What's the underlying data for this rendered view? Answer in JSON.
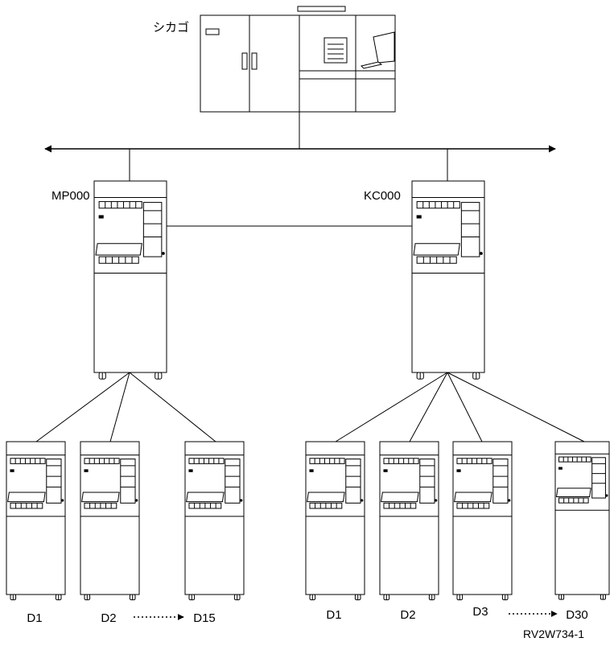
{
  "host": {
    "label": "シカゴ"
  },
  "network_nodes": [
    {
      "label": "MP000"
    },
    {
      "label": "KC000"
    }
  ],
  "group_left": {
    "devices": [
      {
        "label": "D1"
      },
      {
        "label": "D2"
      },
      {
        "label": "D15"
      }
    ]
  },
  "group_right": {
    "devices": [
      {
        "label": "D1"
      },
      {
        "label": "D2"
      },
      {
        "label": "D3"
      },
      {
        "label": "D30"
      }
    ]
  },
  "figure_id": "RV2W734-1"
}
